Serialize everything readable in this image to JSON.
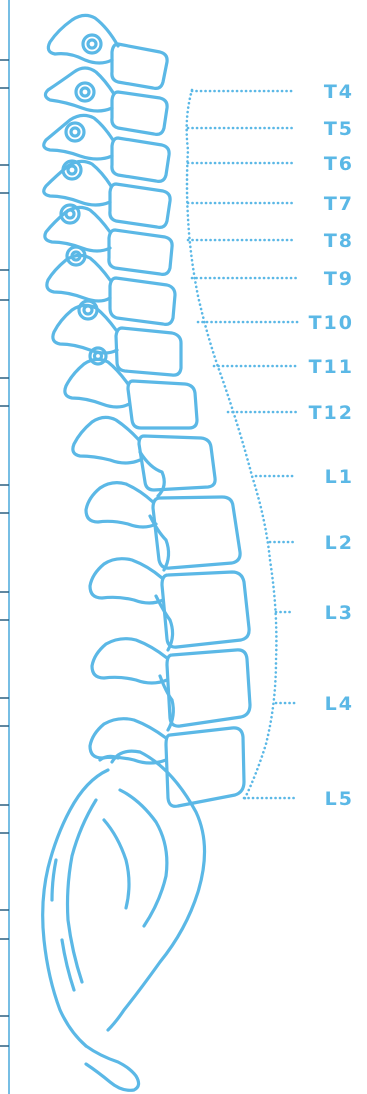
{
  "colors": {
    "stroke": "#5bb8e6",
    "label": "#5bb8e6",
    "edge_line": "#4aa8dc",
    "background": "#ffffff"
  },
  "vertebrae": [
    {
      "label": "T4"
    },
    {
      "label": "T5"
    },
    {
      "label": "T6"
    },
    {
      "label": "T7"
    },
    {
      "label": "T8"
    },
    {
      "label": "T9"
    },
    {
      "label": "T10"
    },
    {
      "label": "T11"
    },
    {
      "label": "T12"
    },
    {
      "label": "L1"
    },
    {
      "label": "L2"
    },
    {
      "label": "L3"
    },
    {
      "label": "L4"
    },
    {
      "label": "L5"
    }
  ]
}
